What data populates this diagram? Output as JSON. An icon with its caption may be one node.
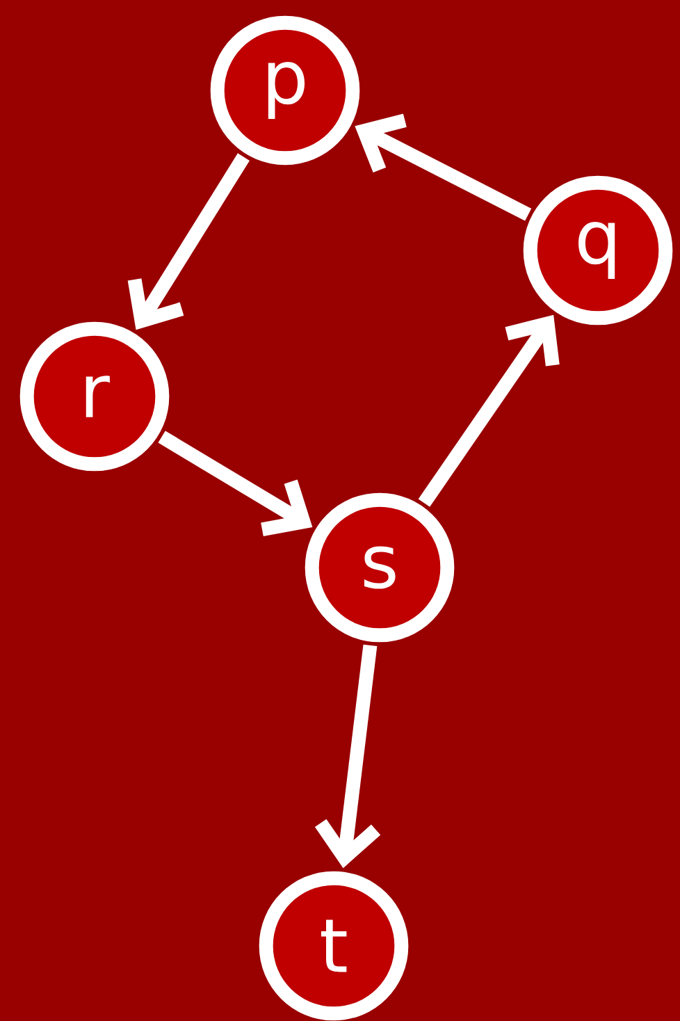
{
  "diagram": {
    "nodes": [
      {
        "text": [
          "p"
        ]
      },
      {
        "text": [
          "q"
        ]
      },
      {
        "text": [
          "r"
        ]
      },
      {
        "text": [
          "s"
        ]
      },
      {
        "text": [
          "t"
        ]
      }
    ],
    "edges": [
      {
        "from": 1,
        "to": 0,
        "arrow": "to"
      },
      {
        "from": 0,
        "to": 2,
        "arrow": "to"
      },
      {
        "from": 2,
        "to": 3,
        "arrow": "to"
      },
      {
        "from": 3,
        "to": 1,
        "arrow": "to"
      },
      {
        "from": 3,
        "to": 4,
        "arrow": "to"
      }
    ]
  }
}
